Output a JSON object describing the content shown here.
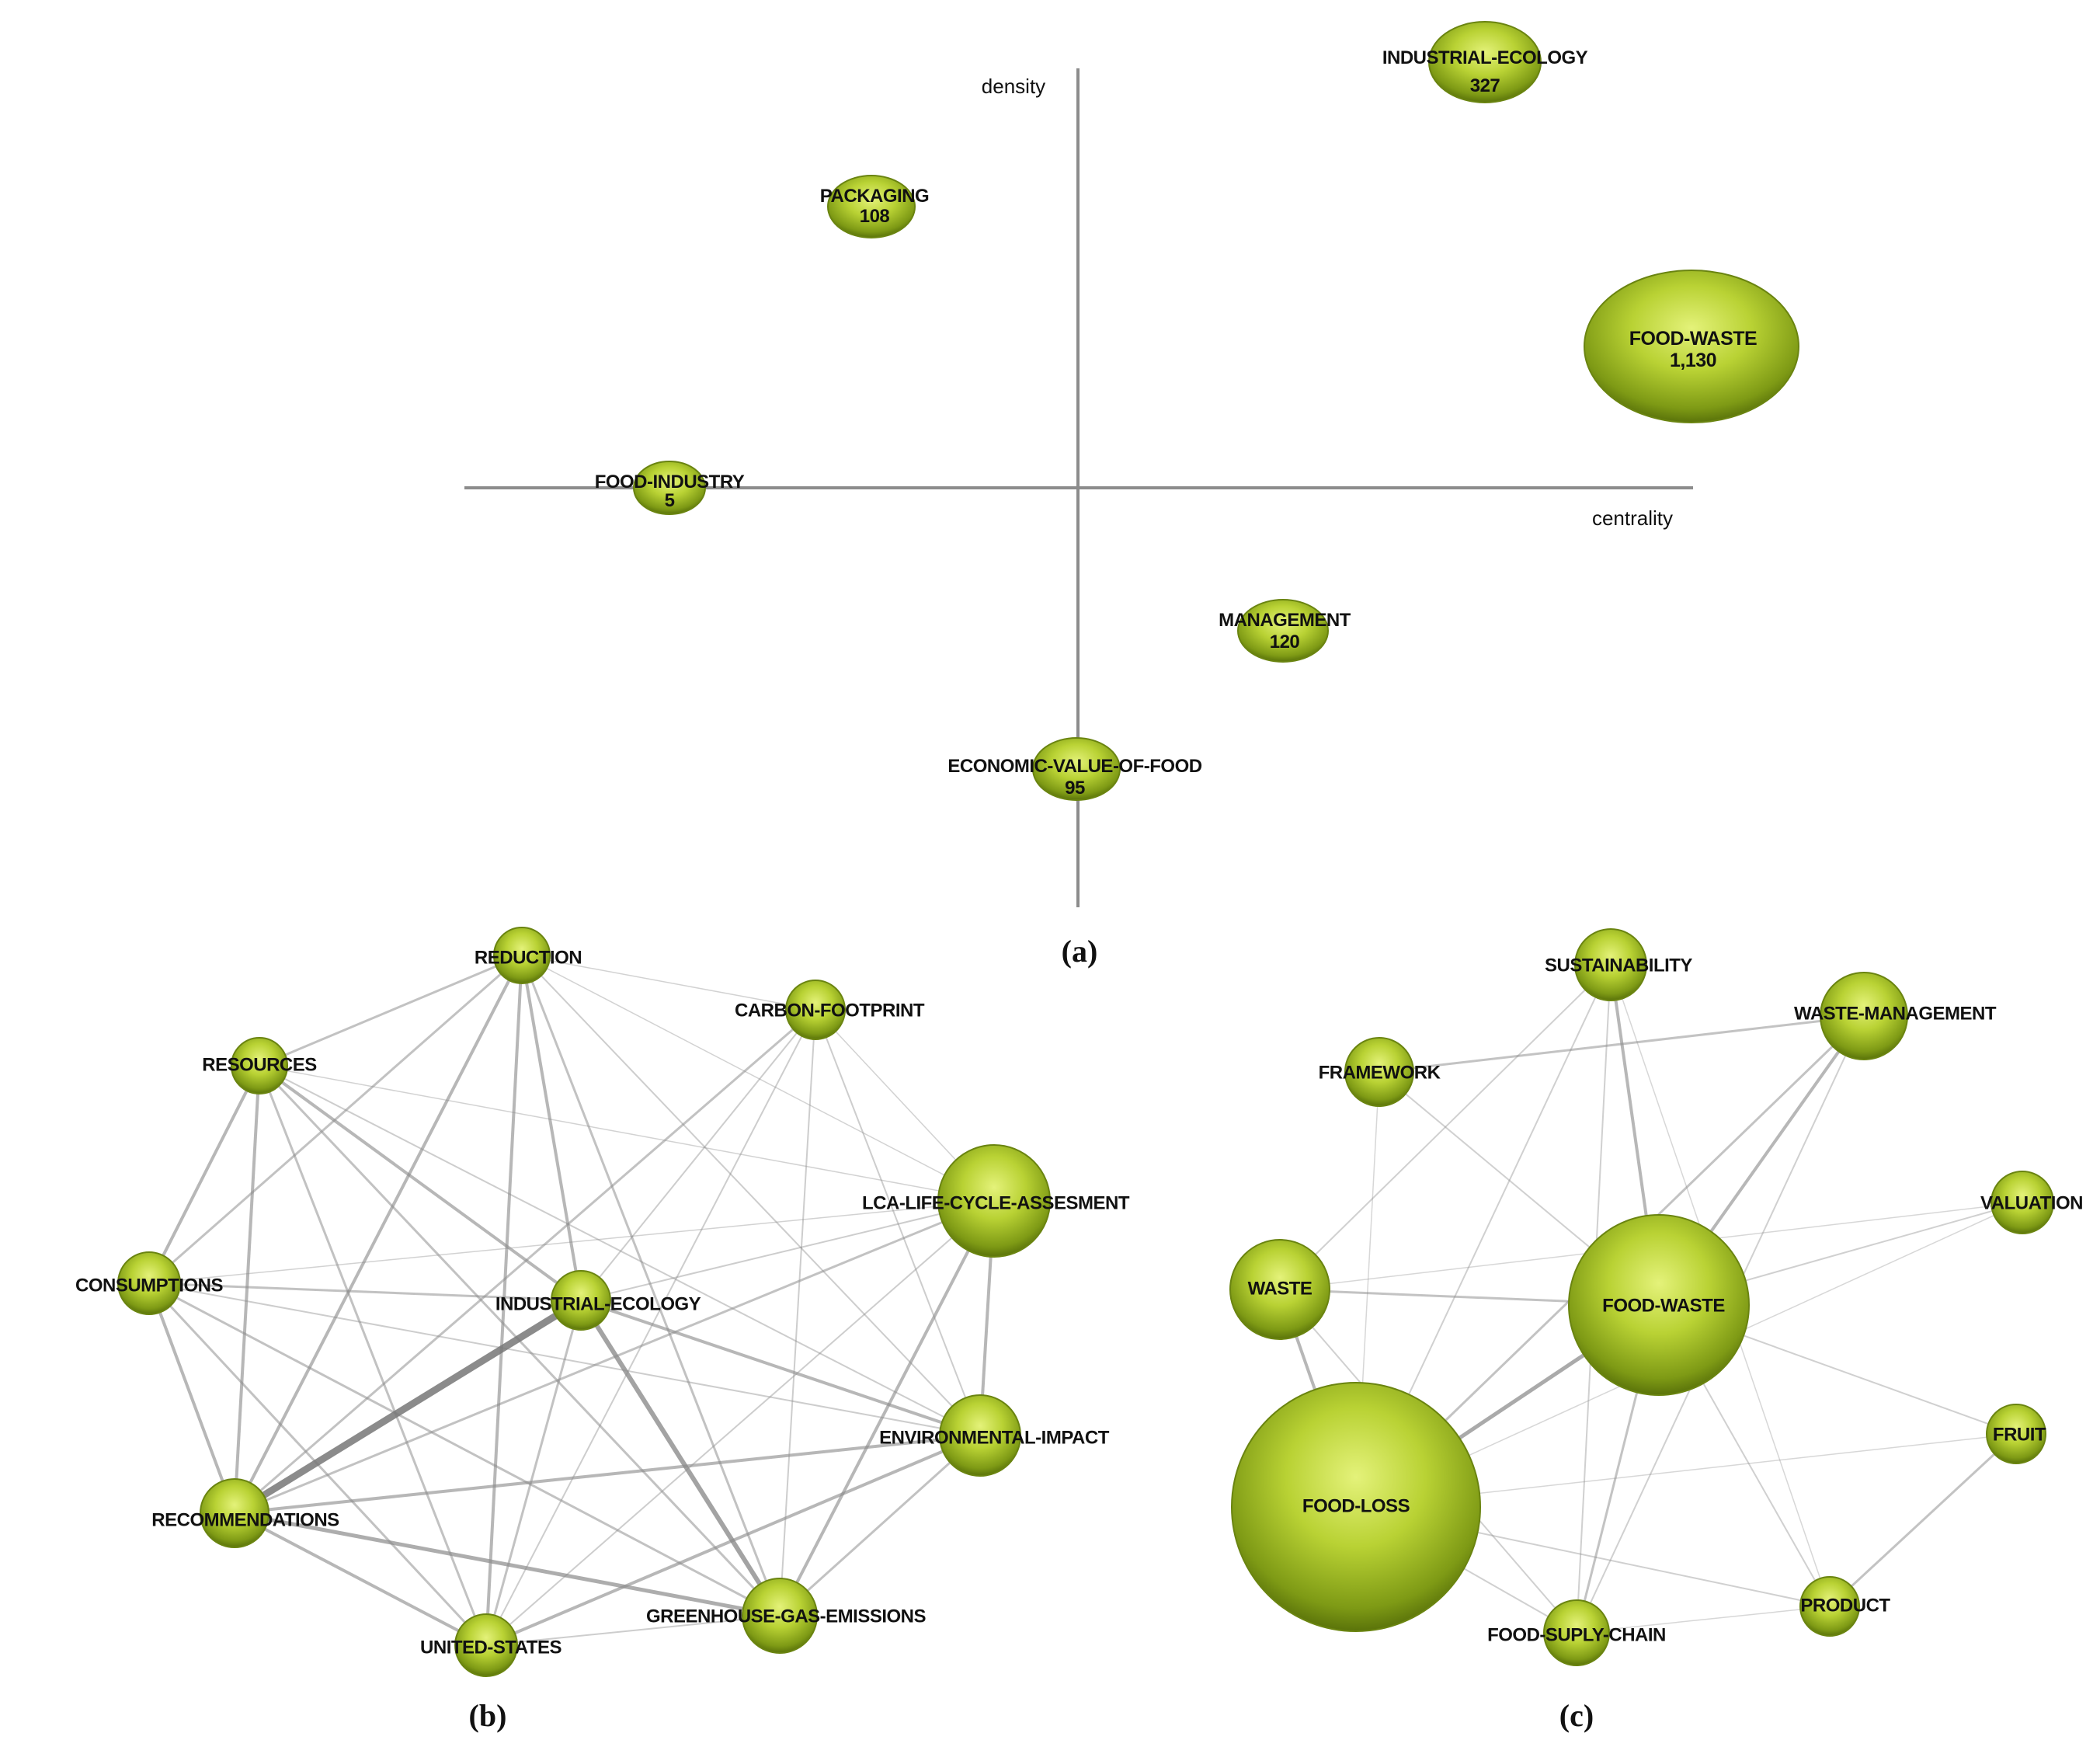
{
  "panel_a": {
    "caption": "(a)",
    "axes": {
      "y_label": "density",
      "x_label": "centrality"
    },
    "nodes": [
      {
        "id": "industrial-ecology",
        "label": "INDUSTRIAL-ECOLOGY",
        "count": "327"
      },
      {
        "id": "packaging",
        "label": "PACKAGING",
        "count": "108"
      },
      {
        "id": "food-waste",
        "label": "FOOD-WASTE",
        "count": "1,130"
      },
      {
        "id": "food-industry",
        "label": "FOOD-INDUSTRY",
        "count": "5"
      },
      {
        "id": "management",
        "label": "MANAGEMENT",
        "count": "120"
      },
      {
        "id": "economic-value-of-food",
        "label": "ECONOMIC-VALUE-OF-FOOD",
        "count": "95"
      }
    ]
  },
  "panel_b": {
    "caption": "(b)",
    "nodes": [
      {
        "id": "reduction",
        "label": "REDUCTION"
      },
      {
        "id": "carbon-footprint",
        "label": "CARBON-FOOTPRINT"
      },
      {
        "id": "resources",
        "label": "RESOURCES"
      },
      {
        "id": "lca",
        "label": "LCA-LIFE-CYCLE-ASSESMENT"
      },
      {
        "id": "consumptions",
        "label": "CONSUMPTIONS"
      },
      {
        "id": "industrial-ecology",
        "label": "INDUSTRIAL-ECOLOGY"
      },
      {
        "id": "environmental-impact",
        "label": "ENVIRONMENTAL-IMPACT"
      },
      {
        "id": "recommendations",
        "label": "RECOMMENDATIONS"
      },
      {
        "id": "greenhouse",
        "label": "GREENHOUSE-GAS-EMISSIONS"
      },
      {
        "id": "united-states",
        "label": "UNITED-STATES"
      }
    ]
  },
  "panel_c": {
    "caption": "(c)",
    "nodes": [
      {
        "id": "sustainability",
        "label": "SUSTAINABILITY"
      },
      {
        "id": "waste-management",
        "label": "WASTE-MANAGEMENT"
      },
      {
        "id": "framework",
        "label": "FRAMEWORK"
      },
      {
        "id": "valuation",
        "label": "VALUATION"
      },
      {
        "id": "waste",
        "label": "WASTE"
      },
      {
        "id": "food-waste",
        "label": "FOOD-WASTE"
      },
      {
        "id": "fruit",
        "label": "FRUIT"
      },
      {
        "id": "food-loss",
        "label": "FOOD-LOSS"
      },
      {
        "id": "product",
        "label": "PRODUCT"
      },
      {
        "id": "food-supply-chain",
        "label": "FOOD-SUPLY-CHAIN"
      }
    ]
  },
  "colors": {
    "node_light": "#d6ea5a",
    "node_mid": "#a8c225",
    "node_dark": "#5f7a0c",
    "edge": "#8a8a8a",
    "axis": "#8c8c8c"
  }
}
